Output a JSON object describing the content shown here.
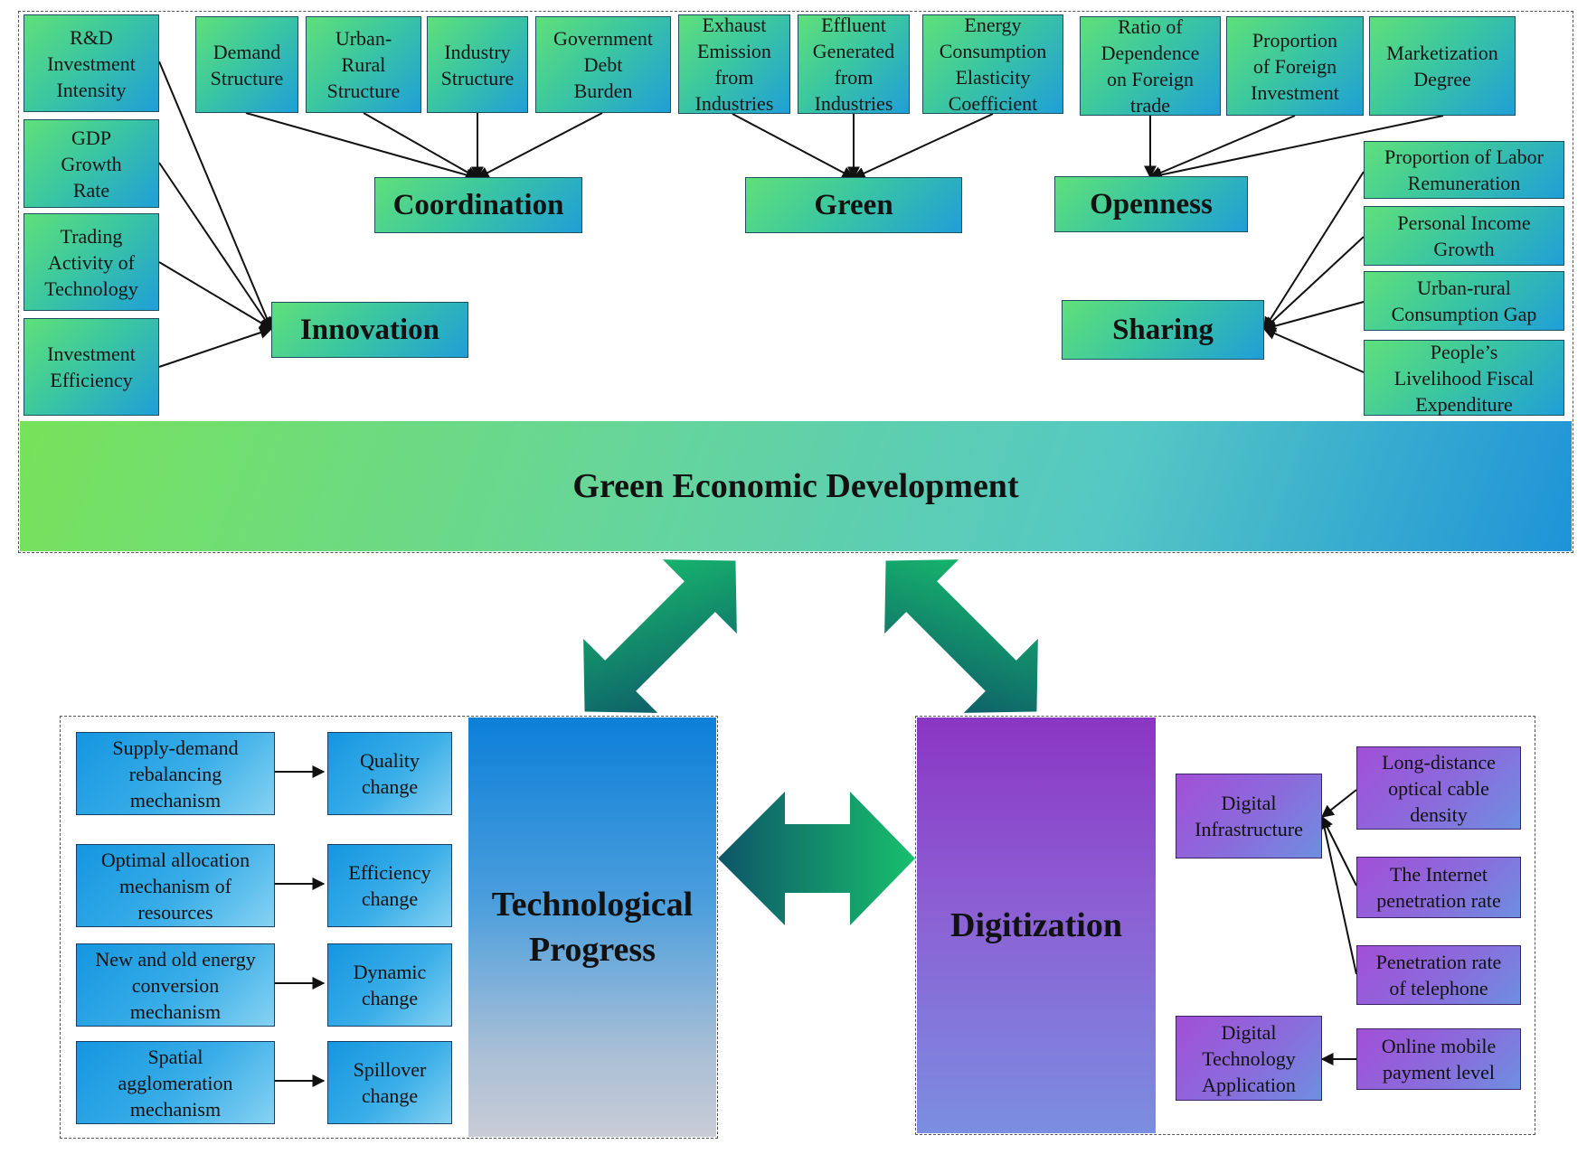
{
  "innovation": {
    "title": "Innovation",
    "indicators": [
      "R&D\nInvestment\nIntensity",
      "GDP\nGrowth\nRate",
      "Trading\nActivity of\nTechnology",
      "Investment\nEfficiency"
    ]
  },
  "coordination": {
    "title": "Coordination",
    "indicators": [
      "Demand\nStructure",
      "Urban-\nRural\nStructure",
      "Industry\nStructure",
      "Government\nDebt\nBurden"
    ]
  },
  "green": {
    "title": "Green",
    "indicators": [
      "Exhaust\nEmission\nfrom\nIndustries",
      "Effluent\nGenerated\nfrom\nIndustries",
      "Energy\nConsumption\nElasticity\nCoefficient"
    ]
  },
  "openness": {
    "title": "Openness",
    "indicators": [
      "Ratio of\nDependence\non Foreign\ntrade",
      "Proportion\nof Foreign\nInvestment",
      "Marketization\nDegree"
    ]
  },
  "sharing": {
    "title": "Sharing",
    "indicators": [
      "Proportion of Labor\nRemuneration",
      "Personal Income\nGrowth",
      "Urban-rural\nConsumption Gap",
      "People’s\nLivelihood Fiscal\nExpenditure"
    ]
  },
  "banner": {
    "title": "Green Economic Development"
  },
  "tech": {
    "title": "Technological\nProgress",
    "mechanisms": [
      {
        "mechanism": "Supply-demand\nrebalancing\nmechanism",
        "change": "Quality\nchange"
      },
      {
        "mechanism": "Optimal allocation\nmechanism of\nresources",
        "change": "Efficiency\nchange"
      },
      {
        "mechanism": "New and old energy\nconversion\nmechanism",
        "change": "Dynamic\nchange"
      },
      {
        "mechanism": "Spatial\nagglomeration\nmechanism",
        "change": "Spillover\nchange"
      }
    ]
  },
  "digi": {
    "title": "Digitization",
    "categories": [
      "Digital\nInfrastructure",
      "Digital\nTechnology\nApplication"
    ],
    "indicators": [
      "Long-distance\noptical cable\ndensity",
      "The Internet\npenetration rate",
      "Penetration rate\nof telephone",
      "Online mobile\npayment level"
    ]
  },
  "colors": {
    "green_start": "#5fe07a",
    "green_end": "#1f9fd8",
    "tech_blue": "#0c7fd8",
    "digi_purple": "#8a36c4",
    "arrow_green": "#18b86b",
    "arrow_teal": "#0e5a6e"
  }
}
